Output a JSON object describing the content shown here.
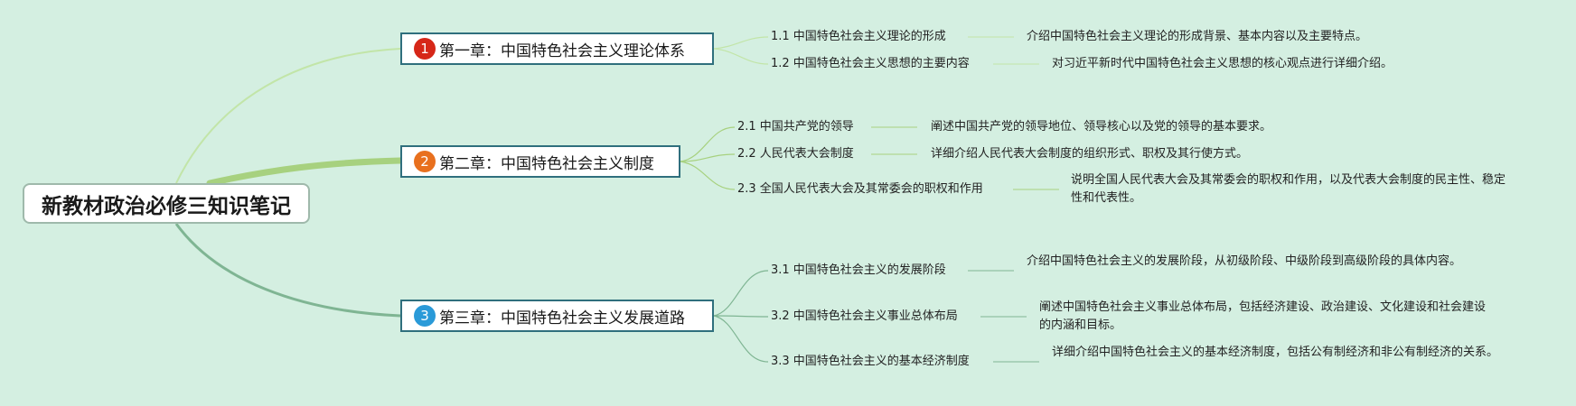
{
  "root": {
    "title": "新教材政治必修三知识笔记"
  },
  "colors": {
    "background": "#d4efe1",
    "chapter_border": "#2f6f7d",
    "badge_1": "#d62718",
    "badge_2": "#e8701e",
    "badge_3": "#2a9ad8",
    "branch_1": "#c2e5a8",
    "branch_2": "#a7d17f",
    "branch_3": "#7fb593"
  },
  "chapters": [
    {
      "number": "1",
      "title": "第一章：中国特色社会主义理论体系",
      "sections": [
        {
          "label": "1.1 中国特色社会主义理论的形成",
          "desc": "介绍中国特色社会主义理论的形成背景、基本内容以及主要特点。"
        },
        {
          "label": "1.2 中国特色社会主义思想的主要内容",
          "desc": "对习近平新时代中国特色社会主义思想的核心观点进行详细介绍。"
        }
      ]
    },
    {
      "number": "2",
      "title": "第二章：中国特色社会主义制度",
      "sections": [
        {
          "label": "2.1 中国共产党的领导",
          "desc": "阐述中国共产党的领导地位、领导核心以及党的领导的基本要求。"
        },
        {
          "label": "2.2 人民代表大会制度",
          "desc": "详细介绍人民代表大会制度的组织形式、职权及其行使方式。"
        },
        {
          "label": "2.3 全国人民代表大会及其常委会的职权和作用",
          "desc": "说明全国人民代表大会及其常委会的职权和作用，以及代表大会制度的民主性、稳定性和代表性。"
        }
      ]
    },
    {
      "number": "3",
      "title": "第三章：中国特色社会主义发展道路",
      "sections": [
        {
          "label": "3.1 中国特色社会主义的发展阶段",
          "desc": "介绍中国特色社会主义的发展阶段，从初级阶段、中级阶段到高级阶段的具体内容。"
        },
        {
          "label": "3.2 中国特色社会主义事业总体布局",
          "desc": "阐述中国特色社会主义事业总体布局，包括经济建设、政治建设、文化建设和社会建设的内涵和目标。"
        },
        {
          "label": "3.3 中国特色社会主义的基本经济制度",
          "desc": "详细介绍中国特色社会主义的基本经济制度，包括公有制经济和非公有制经济的关系。"
        }
      ]
    }
  ]
}
